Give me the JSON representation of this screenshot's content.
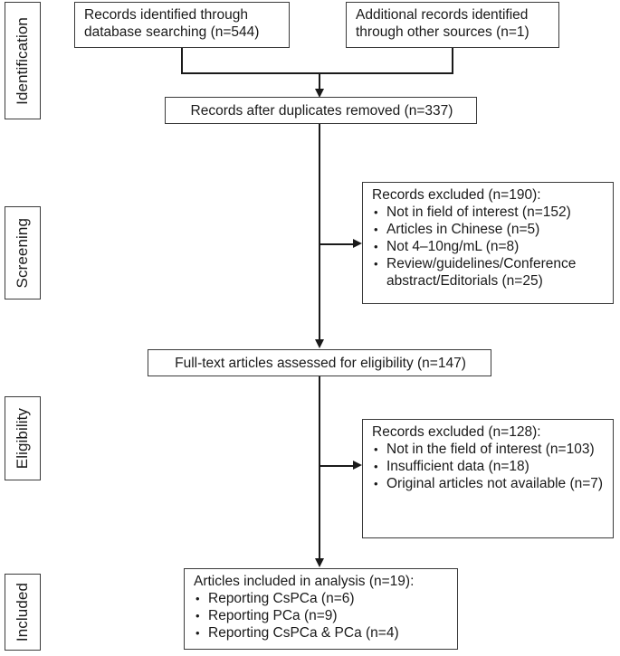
{
  "diagram": {
    "title": "PRISMA study selection flow diagram",
    "accent_color": "#1a1a1a",
    "border_color": "#3a3a3a",
    "background_color": "#ffffff"
  },
  "stages": [
    {
      "id": "identification",
      "label": "Identification"
    },
    {
      "id": "screening",
      "label": "Screening"
    },
    {
      "id": "eligibility",
      "label": "Eligibility"
    },
    {
      "id": "included",
      "label": "Included"
    }
  ],
  "boxes": {
    "database_search": {
      "line1": "Records identified through",
      "line2": "database searching (n=544)"
    },
    "other_sources": {
      "line1": "Additional records identified",
      "line2": "through other sources (n=1)"
    },
    "duplicates_removed": {
      "line1": "Records after duplicates removed (n=337)"
    },
    "screening_excluded": {
      "heading": "Records excluded (n=190):",
      "items": [
        "Not in field of interest (n=152)",
        "Articles in Chinese (n=5)",
        "Not 4–10ng/mL (n=8)",
        "Review/guidelines/Conference abstract/Editorials (n=25)"
      ]
    },
    "full_text_assessed": {
      "line1": "Full-text articles assessed for eligibility (n=147)"
    },
    "eligibility_excluded": {
      "heading": "Records excluded (n=128):",
      "items": [
        "Not in the field of interest (n=103)",
        "Insufficient data (n=18)",
        "Original articles not available (n=7)"
      ]
    },
    "included_analysis": {
      "heading": "Articles included in analysis (n=19):",
      "items": [
        "Reporting CsPCa (n=6)",
        "Reporting PCa (n=9)",
        "Reporting CsPCa & PCa (n=4)"
      ]
    }
  },
  "chart_data": {
    "type": "diagram",
    "title": "PRISMA flow of study selection",
    "nodes": [
      {
        "id": "database_search",
        "stage": "Identification",
        "label": "Records identified through database searching",
        "n": 544
      },
      {
        "id": "other_sources",
        "stage": "Identification",
        "label": "Additional records identified through other sources",
        "n": 1
      },
      {
        "id": "duplicates_removed",
        "stage": "Identification",
        "label": "Records after duplicates removed",
        "n": 337
      },
      {
        "id": "screening_excluded",
        "stage": "Screening",
        "label": "Records excluded",
        "n": 190,
        "breakdown": [
          {
            "label": "Not in field of interest",
            "n": 152
          },
          {
            "label": "Articles in Chinese",
            "n": 5
          },
          {
            "label": "Not 4–10ng/mL",
            "n": 8
          },
          {
            "label": "Review/guidelines/Conference abstract/Editorials",
            "n": 25
          }
        ]
      },
      {
        "id": "full_text_assessed",
        "stage": "Screening",
        "label": "Full-text articles assessed for eligibility",
        "n": 147
      },
      {
        "id": "eligibility_excluded",
        "stage": "Eligibility",
        "label": "Records excluded",
        "n": 128,
        "breakdown": [
          {
            "label": "Not in the field of interest",
            "n": 103
          },
          {
            "label": "Insufficient data",
            "n": 18
          },
          {
            "label": "Original articles not available",
            "n": 7
          }
        ]
      },
      {
        "id": "included_analysis",
        "stage": "Included",
        "label": "Articles included in analysis",
        "n": 19,
        "breakdown": [
          {
            "label": "Reporting CsPCa",
            "n": 6
          },
          {
            "label": "Reporting PCa",
            "n": 9
          },
          {
            "label": "Reporting CsPCa & PCa",
            "n": 4
          }
        ]
      }
    ],
    "edges": [
      {
        "from": "database_search",
        "to": "duplicates_removed"
      },
      {
        "from": "other_sources",
        "to": "duplicates_removed"
      },
      {
        "from": "duplicates_removed",
        "to": "screening_excluded"
      },
      {
        "from": "duplicates_removed",
        "to": "full_text_assessed"
      },
      {
        "from": "full_text_assessed",
        "to": "eligibility_excluded"
      },
      {
        "from": "full_text_assessed",
        "to": "included_analysis"
      }
    ]
  }
}
